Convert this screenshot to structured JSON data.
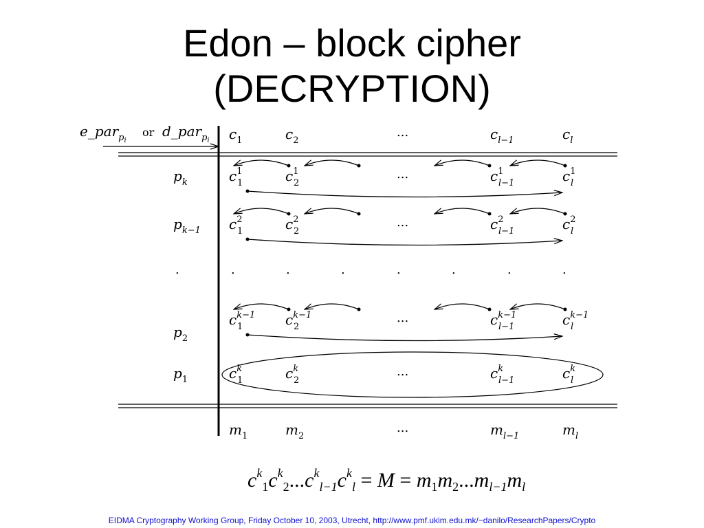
{
  "slide": {
    "title_line1": "Edon – block cipher",
    "title_line2": "(DECRYPTION)",
    "footer": "EIDMA Cryptography Working Group, Friday October 10, 2003, Utrecht, http://www.pmf.ukim.edu.mk/~danilo/ResearchPapers/Crypto"
  },
  "diagram": {
    "header": {
      "e_par": "e_par",
      "sub_p": "p",
      "sub_i": "i",
      "or": "or",
      "d_par": "d_par"
    },
    "ellipsis": "...",
    "dot": ".",
    "row_labels": [
      {
        "base": "p",
        "sub": "k"
      },
      {
        "base": "p",
        "sub": "k−1"
      },
      {
        "base": ".",
        "sub": ""
      },
      {
        "base": "p",
        "sub": "2"
      },
      {
        "base": "p",
        "sub": "1"
      }
    ],
    "columns": [
      {
        "base": "c",
        "sub": "1"
      },
      {
        "base": "c",
        "sub": "2"
      },
      {
        "base": "c",
        "sub": "l−1"
      },
      {
        "base": "c",
        "sub": "l"
      }
    ],
    "superscripts": [
      "1",
      "2",
      "k−1",
      "k"
    ],
    "output": [
      {
        "base": "m",
        "sub": "1"
      },
      {
        "base": "m",
        "sub": "2"
      },
      {
        "base": "m",
        "sub": "l−1"
      },
      {
        "base": "m",
        "sub": "l"
      }
    ]
  },
  "equation": {
    "c": "c",
    "k": "k",
    "s1": "1",
    "s2": "2",
    "sl1": "l−1",
    "sl": "l",
    "dots": "...",
    "eq": "=",
    "M": "M",
    "m": "m"
  }
}
